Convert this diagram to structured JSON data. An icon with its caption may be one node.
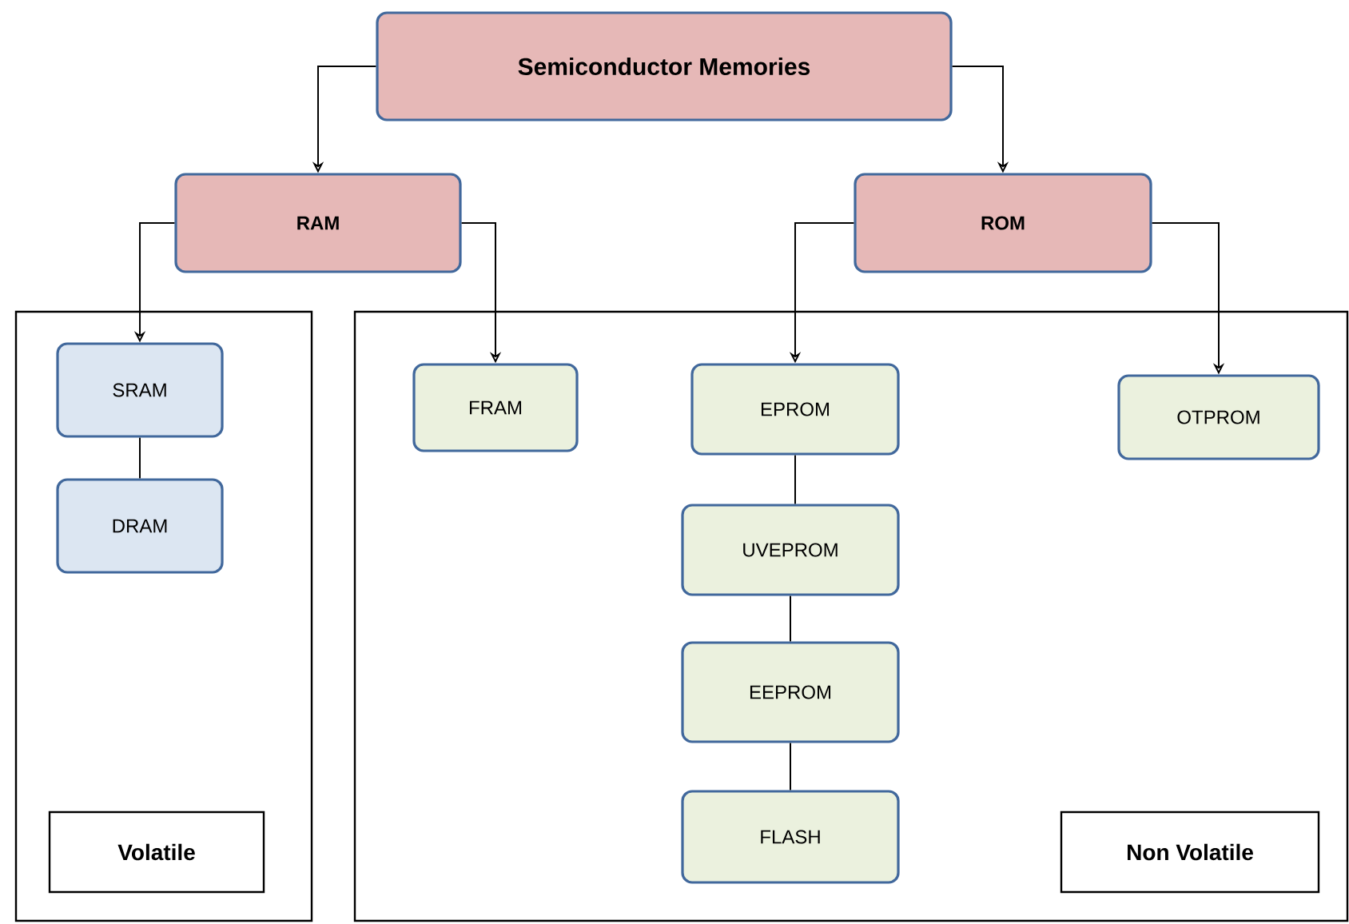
{
  "diagram": {
    "nodes": [
      {
        "text": [
          "Semiconductor Memories"
        ]
      },
      {
        "text": [
          "RAM"
        ]
      },
      {
        "text": [
          "ROM"
        ]
      },
      {
        "text": [],
        "shape": "box"
      },
      {
        "text": [
          "SRAM"
        ],
        "in": 3
      },
      {
        "text": [
          "DRAM"
        ],
        "in": 3
      },
      {
        "text": [
          "Volatile"
        ],
        "in": 3
      },
      {
        "text": [],
        "shape": "box"
      },
      {
        "text": [
          "FRAM"
        ],
        "in": 7
      },
      {
        "text": [
          "EPROM"
        ],
        "in": 7
      },
      {
        "text": [
          "UVEPROM"
        ],
        "in": 7
      },
      {
        "text": [
          "EEPROM"
        ],
        "in": 7
      },
      {
        "text": [
          "FLASH"
        ],
        "in": 7
      },
      {
        "text": [
          "OTPROM"
        ],
        "in": 7
      },
      {
        "text": [
          "Non Volatile"
        ],
        "in": 7
      }
    ],
    "edges": [
      {
        "from": 0,
        "to": 1,
        "arrow": "to"
      },
      {
        "from": 0,
        "to": 2,
        "arrow": "to"
      },
      {
        "from": 1,
        "to": 4,
        "arrow": "to"
      },
      {
        "from": 1,
        "to": 8,
        "arrow": "to"
      },
      {
        "from": 2,
        "to": 9,
        "arrow": "to"
      },
      {
        "from": 2,
        "to": 13,
        "arrow": "to"
      },
      {
        "from": 4,
        "to": 5,
        "arrow": "none"
      },
      {
        "from": 9,
        "to": 10,
        "arrow": "none"
      },
      {
        "from": 10,
        "to": 11,
        "arrow": "none"
      },
      {
        "from": 11,
        "to": 12,
        "arrow": "none"
      }
    ]
  }
}
